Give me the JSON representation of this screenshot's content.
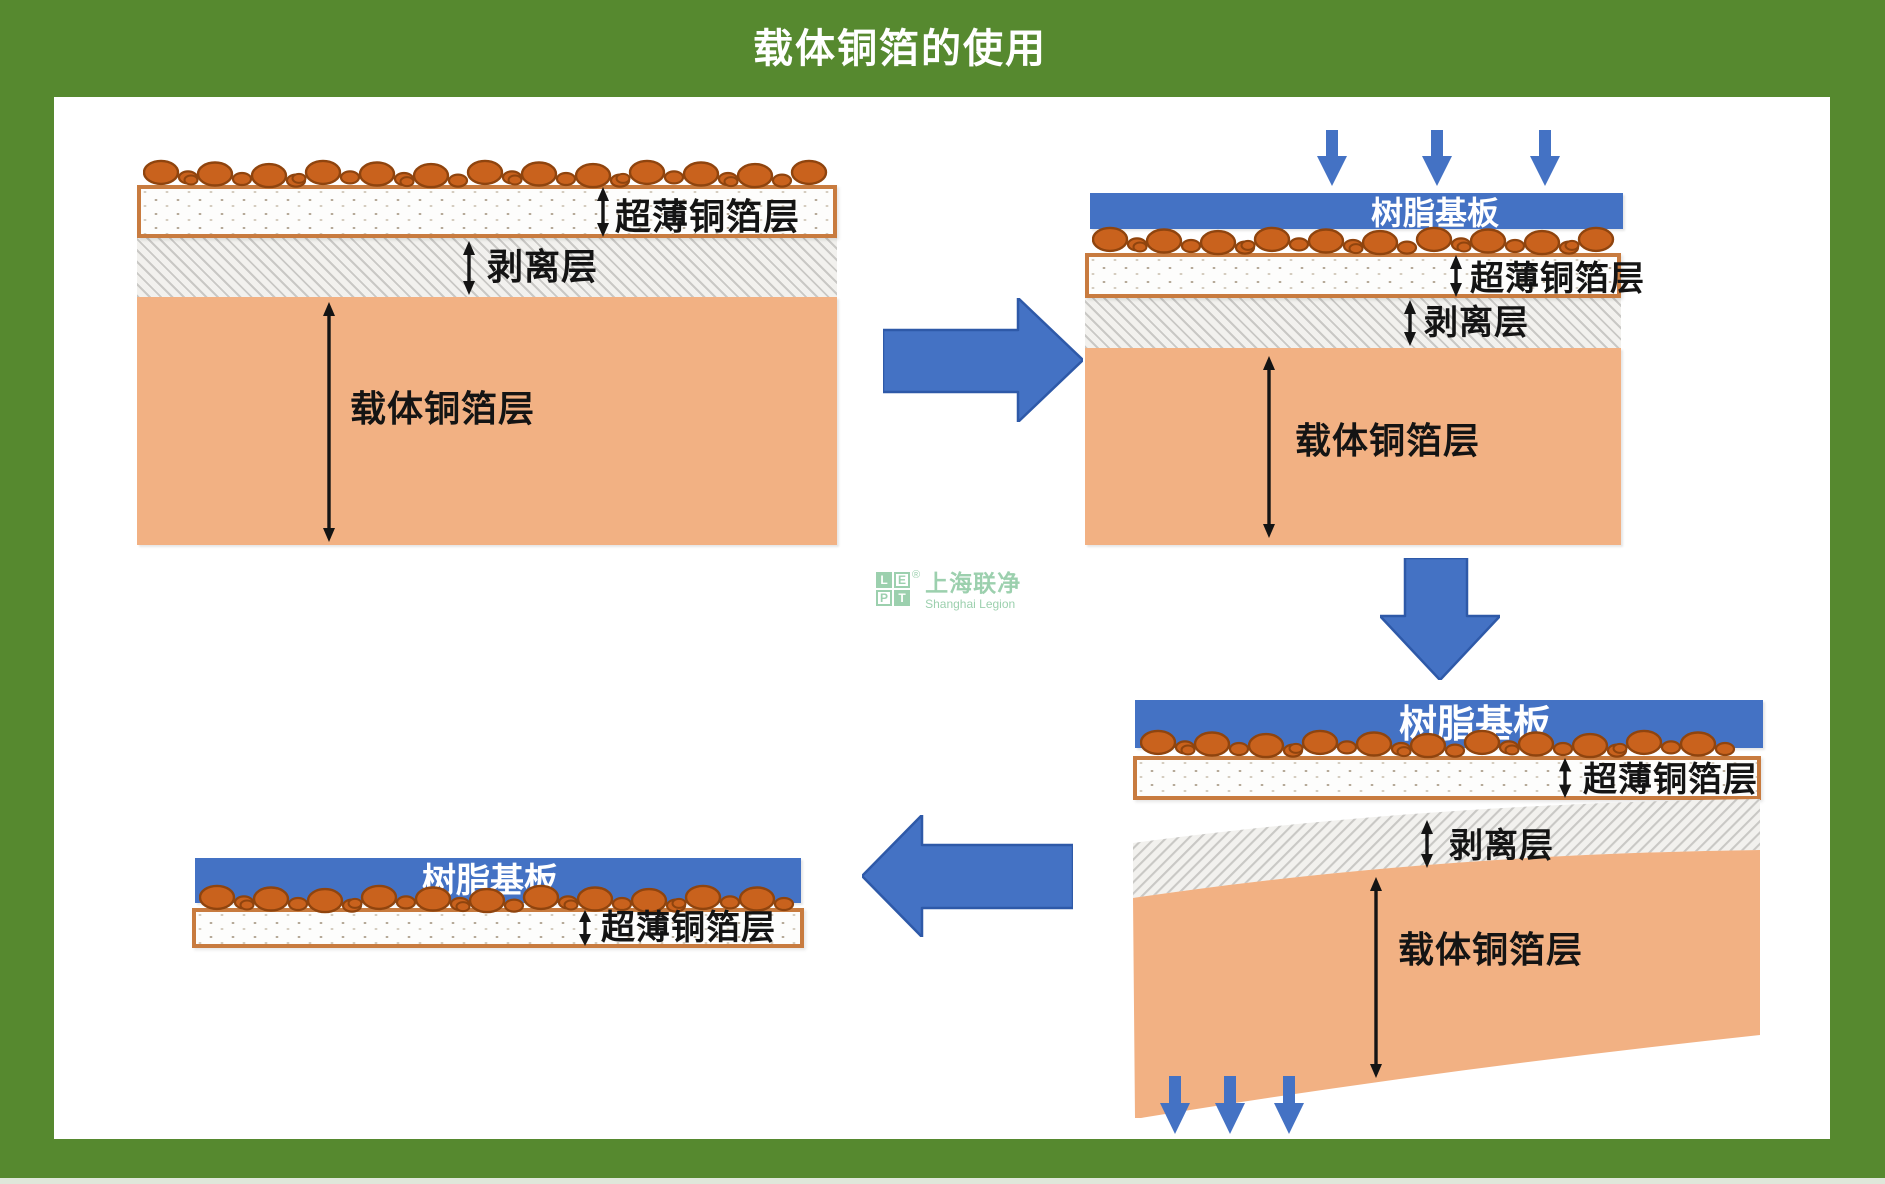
{
  "title": "载体铜箔的使用",
  "layer_labels": {
    "resin_substrate": "树脂基板",
    "ultra_thin_copper_foil": "超薄铜箔层",
    "release_layer": "剥离层",
    "carrier_copper_foil": "载体铜箔层"
  },
  "watermark": {
    "logo_letters": [
      "L",
      "E",
      "P",
      "T"
    ],
    "registered": "®",
    "company_cn": "上海联净",
    "company_en": "Shanghai Legion"
  },
  "colors": {
    "frame_green": "#56892F",
    "arrow_blue": "#4472C4",
    "arrow_blue_border": "#2E59A8",
    "substrate_blue": "#4472C4",
    "carrier_peach": "#F2B183",
    "copper_orange": "#C9621D",
    "copper_outline": "#8F440E",
    "foil_border": "#C87B3F",
    "hatch_gray": "#C9C8C5",
    "label_black": "#141414",
    "watermark_green": "#9CD0AE"
  }
}
